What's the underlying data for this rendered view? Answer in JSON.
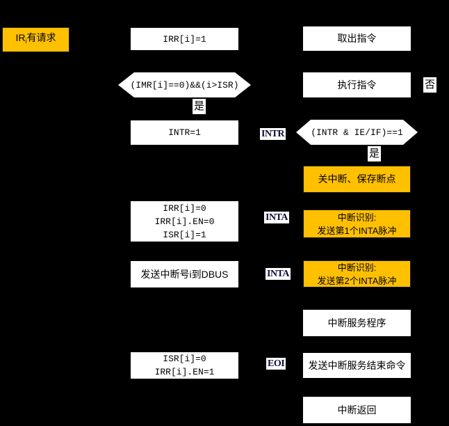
{
  "diagram_title_implied": "interrupt-handling-flowchart",
  "colors": {
    "background": "#000000",
    "box_fill": "#ffffff",
    "highlight_fill": "#ffc000",
    "box_text": "#000000",
    "signal_text": "#0d0d38"
  },
  "nodes": {
    "start_prefix": "IR",
    "start_sub": "i",
    "start_suffix": "有请求",
    "irr_set": "IRR[i]=1",
    "cond_imr": "(IMR[i]==0)&&(i>ISR)",
    "yes1": "是",
    "intr_set": "INTR=1",
    "latch_line1": "IRR[i]=0",
    "latch_line2": "IRR[i].EN=0",
    "latch_line3": "ISR[i]=1",
    "send_vector": "发送中断号i到DBUS",
    "clear_line1": "ISR[i]=0",
    "clear_line2": "IRR[i].EN=1",
    "fetch": "取出指令",
    "exec": "执行指令",
    "no": "否",
    "cond_intr": "(INTR & IE/IF)==1",
    "yes2": "是",
    "disable_int": "关中断、保存断点",
    "inta1_line1": "中断识别:",
    "inta1_line2": "发送第1个INTA脉冲",
    "inta2_line1": "中断识别:",
    "inta2_line2": "发送第2个INTA脉冲",
    "isr_prog": "中断服务程序",
    "eoi_cmd": "发送中断服务结束命令",
    "iret": "中断返回"
  },
  "signals": {
    "intr": "INTR",
    "inta1": "INTA",
    "inta2": "INTA",
    "eoi": "EOI"
  }
}
